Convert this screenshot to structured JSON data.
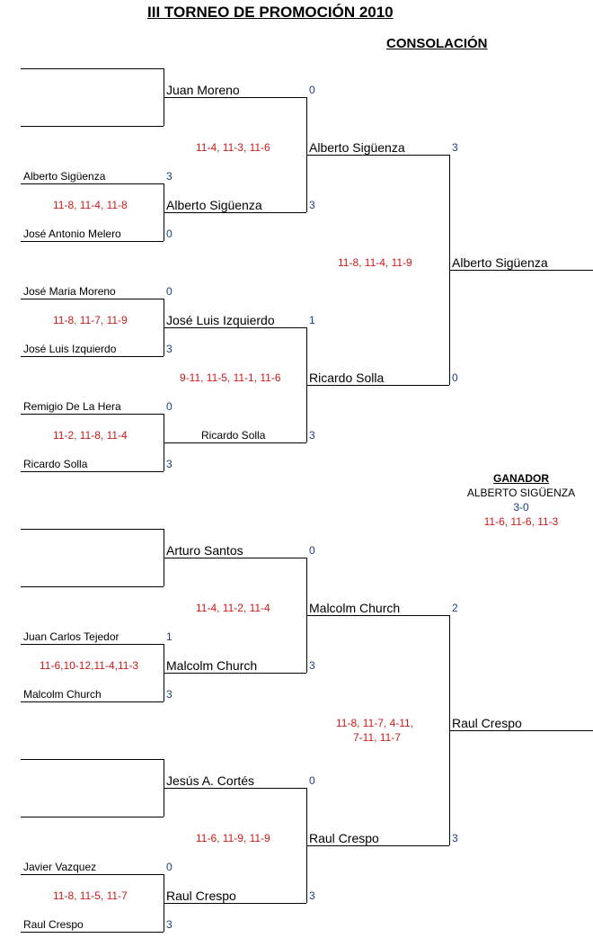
{
  "title": "III TORNEO DE PROMOCIÓN 2010",
  "subtitle": "CONSOLACIÓN",
  "names": {
    "juan_moreno": "Juan Moreno",
    "alberto_siguenza": "Alberto Sigüenza",
    "jose_antonio_melero": "José Antonio Melero",
    "jose_maria_moreno": "José Maria Moreno",
    "jose_luis_izquierdo": "José Luis Izquierdo",
    "remigio_de_la_hera": "Remigio De La Hera",
    "ricardo_solla": "Ricardo Solla",
    "arturo_santos": "Arturo Santos",
    "malcolm_church": "Malcolm Church",
    "juan_carlos_tejedor": "Juan Carlos Tejedor",
    "jesus_cortes": "Jesús A. Cortés",
    "raul_crespo": "Raul Crespo",
    "javier_vazquez": "Javier Vazquez"
  },
  "scores": {
    "s0": "0",
    "s1": "1",
    "s2": "2",
    "s3": "3"
  },
  "results": {
    "r1_siguenza_melero": "11-8, 11-4, 11-8",
    "r1_moreno_izquierdo": "11-8, 11-7, 11-9",
    "r1_hera_solla": "11-2, 11-8, 11-4",
    "r1_tejedor_church": "11-6,10-12,11-4,11-3",
    "r1_vazquez_crespo": "11-8, 11-5, 11-7",
    "r2_moreno_siguenza": "11-4, 11-3, 11-6",
    "r2_izquierdo_solla": "9-11, 11-5, 11-1, 11-6",
    "r2_santos_church": "11-4, 11-2, 11-4",
    "r2_cortes_crespo": "11-6, 11-9, 11-9",
    "r3_siguenza_solla": "11-8, 11-4, 11-9",
    "r3_church_crespo_line1": "11-8, 11-7, 4-11,",
    "r3_church_crespo_line2": "7-11, 11-7"
  },
  "winner": {
    "heading": "GANADOR",
    "name": "ALBERTO SIGÜENZA",
    "score": "3-0",
    "sets": "11-6, 11-6, 11-3"
  }
}
